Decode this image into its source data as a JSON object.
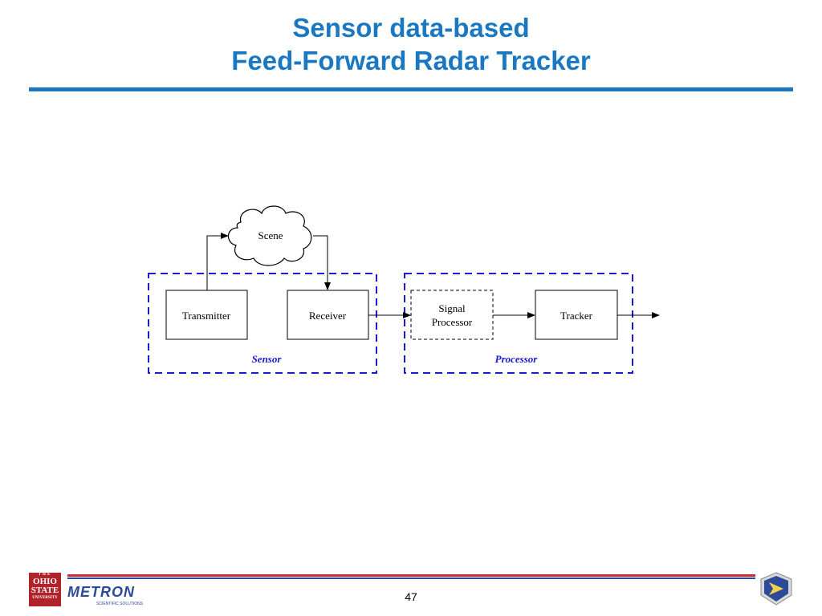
{
  "title": {
    "line1": "Sensor data-based",
    "line2": "Feed-Forward Radar Tracker"
  },
  "diagram": {
    "scene_label": "Scene",
    "transmitter_label": "Transmitter",
    "receiver_label": "Receiver",
    "signal_processor_line1": "Signal",
    "signal_processor_line2": "Processor",
    "tracker_label": "Tracker",
    "sensor_group_label": "Sensor",
    "processor_group_label": "Processor"
  },
  "footer": {
    "osu_logo": {
      "line_the": "THE",
      "line_ohio": "OHIO",
      "line_state": "STATE",
      "line_university": "UNIVERSITY"
    },
    "metron_logo": "METRON",
    "metron_sub": "SCIENTIFIC SOLUTIONS",
    "page_number": "47"
  },
  "colors": {
    "title_blue": "#1a78c2",
    "group_border_blue": "#1a1ad0",
    "footer_red": "#c8283a",
    "footer_blue": "#2b4a9a"
  }
}
